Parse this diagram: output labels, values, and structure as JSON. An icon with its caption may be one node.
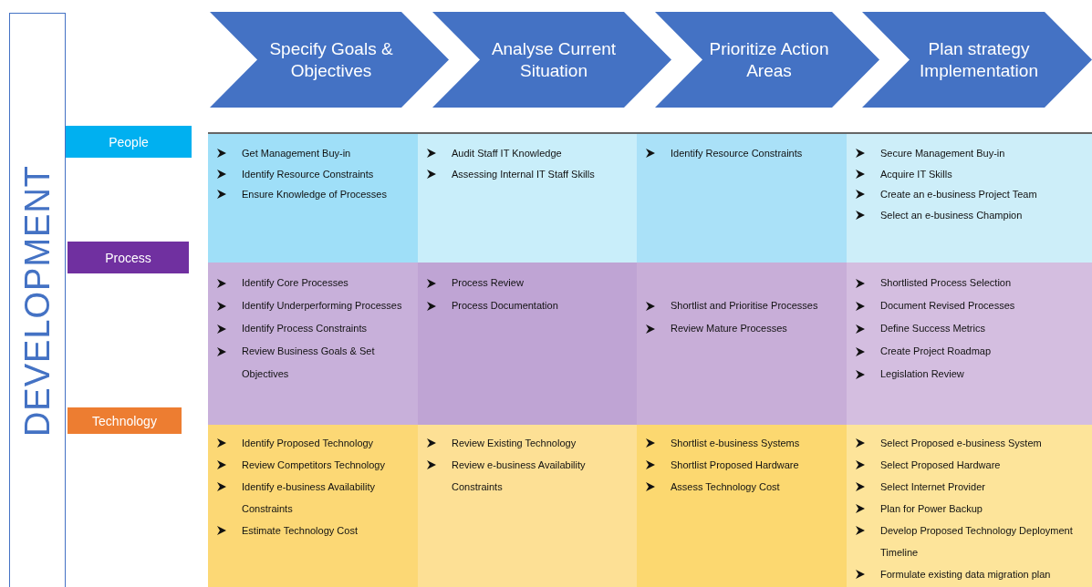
{
  "diagram": {
    "nodes": [
      {
        "text": [
          "DEVELOPMENT"
        ]
      },
      {
        "text": [
          "Specify Goals & Objectives"
        ]
      },
      {
        "text": [
          "Analyse Current Situation"
        ]
      },
      {
        "text": [
          "Prioritize Action Areas"
        ]
      },
      {
        "text": [
          "Plan strategy Implementation"
        ]
      },
      {
        "text": [
          "People"
        ]
      },
      {
        "text": [
          "Get Management Buy-in",
          "Identify Resource Constraints",
          "Ensure Knowledge of Processes"
        ]
      },
      {
        "text": [
          "Audit Staff IT Knowledge",
          "Assessing Internal IT Staff Skills"
        ]
      },
      {
        "text": [
          "Identify Resource Constraints"
        ]
      },
      {
        "text": [
          "Secure Management Buy-in",
          "Acquire IT Skills",
          "Create an e-business Project Team",
          "Select an e-business Champion"
        ]
      },
      {
        "text": [
          "Process"
        ]
      },
      {
        "text": [
          "Identify Core Processes",
          "Identify Underperforming Processes",
          "Identify Process Constraints",
          "Review Business Goals & Set Objectives"
        ]
      },
      {
        "text": [
          "Process Review",
          "Process Documentation"
        ]
      },
      {
        "text": [
          "Shortlist and Prioritise Processes",
          "Review Mature Processes"
        ]
      },
      {
        "text": [
          "Shortlisted Process Selection",
          "Document Revised Processes",
          "Define Success Metrics",
          "Create Project Roadmap",
          "Legislation Review"
        ]
      },
      {
        "text": [
          "Technology"
        ]
      },
      {
        "text": [
          "Identify Proposed Technology",
          "Review Competitors Technology",
          "Identify e-business Availability Constraints",
          "Estimate Technology Cost"
        ]
      },
      {
        "text": [
          "Review Existing Technology",
          "Review e-business Availability Constraints"
        ]
      },
      {
        "text": [
          "Shortlist e-business Systems",
          "Shortlist Proposed Hardware",
          "Assess Technology Cost"
        ]
      },
      {
        "text": [
          "Select Proposed e-business System",
          "Select Proposed Hardware",
          "Select Internet Provider",
          "Plan for Power Backup",
          "Develop Proposed Technology Deployment Timeline",
          "Formulate existing data migration plan"
        ]
      }
    ]
  }
}
